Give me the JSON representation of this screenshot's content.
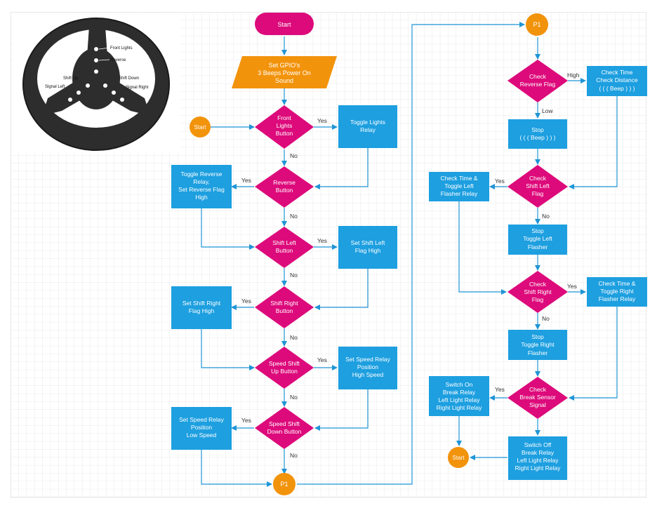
{
  "colors": {
    "magenta": "#dd0a7b",
    "blue": "#1d9fe0",
    "orange": "#f2930c",
    "line": "#1f95d6",
    "grid": "#d7d7d7",
    "wheel": "#2a2a2a"
  },
  "wheel": {
    "front_lights": "Front Lights",
    "reverse": "Reverse",
    "shift_up": "Shift Up",
    "shift_down": "Shift Down",
    "signal_left": "Signal Left",
    "signal_right": "Signal Right"
  },
  "left": {
    "start_top": "Start",
    "start_side": "Start",
    "gpio": [
      "Set GPIO's",
      "3 Beeps Power On",
      "Sound"
    ],
    "d_front": [
      "Front",
      "Lights",
      "Button"
    ],
    "d_reverse": [
      "Reverse",
      "Button"
    ],
    "d_shift_left": [
      "Shift Left",
      "Button"
    ],
    "d_shift_right": [
      "Shift Right",
      "Button"
    ],
    "d_speed_up": [
      "Speed Shift",
      "Up Button"
    ],
    "d_speed_down": [
      "Speed Shift",
      "Down Button"
    ],
    "p_toggle_lights": [
      "Toggle Lights",
      "Relay"
    ],
    "p_toggle_reverse": [
      "Toggle Reverse",
      "Relay,",
      "Set Reverse Flag",
      "High"
    ],
    "p_shift_left_high": [
      "Set Shift Left",
      "Flag High"
    ],
    "p_shift_right_high": [
      "Set Shift Right",
      "Flag High"
    ],
    "p_speed_high": [
      "Set Speed Relay",
      "Position",
      "High Speed"
    ],
    "p_speed_low": [
      "Set Speed Relay",
      "Position",
      "Low Speed"
    ],
    "connector_p1": "P1"
  },
  "right": {
    "connector_p1": "P1",
    "d_reverse_flag": [
      "Check",
      "Reverse Flag"
    ],
    "p_check_time_distance": [
      "Check Time",
      "Check Distance",
      "( ( ( Beep ) ) )"
    ],
    "p_stop_beep": [
      "Stop",
      "( ( ( Beep ) ) )"
    ],
    "d_shift_left_flag": [
      "Check",
      "Shift Left",
      "Flag"
    ],
    "p_check_left_flasher": [
      "Check Time &",
      "Toggle Left",
      "Flasher Relay"
    ],
    "p_stop_left_flasher": [
      "Stop",
      "Toggle Left",
      "Flasher"
    ],
    "d_shift_right_flag": [
      "Check",
      "Shift Right",
      "Flag"
    ],
    "p_check_right_flasher": [
      "Check Time &",
      "Toggle Right",
      "Flasher Relay"
    ],
    "p_stop_right_flasher": [
      "Stop",
      "Toggle Right",
      "Flasher"
    ],
    "d_break_sensor": [
      "Check",
      "Break Sensor",
      "Signal"
    ],
    "p_switch_on": [
      "Switch On",
      "Break Relay",
      "Left Light Relay",
      "Right Light Relay"
    ],
    "p_switch_off": [
      "Switch Off",
      "Break Relay",
      "Left Light Relay",
      "Right Light Relay"
    ],
    "end_start": "Start"
  },
  "labels": {
    "yes": "Yes",
    "no": "No",
    "high": "High",
    "low": "Low"
  }
}
